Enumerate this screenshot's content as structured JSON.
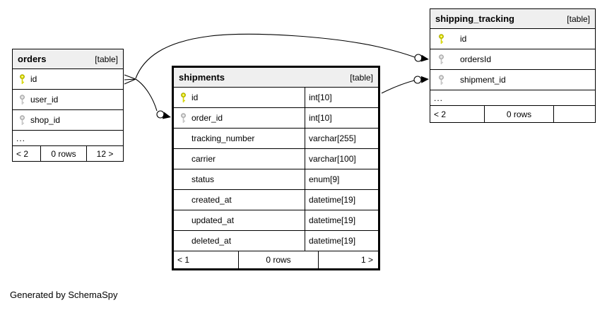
{
  "note": "Generated by SchemaSpy",
  "colors": {
    "primary_key": "#e4e400",
    "foreign_key": "#d4d4d4",
    "header_bg": "#efefef",
    "border": "#000000",
    "edge": "#000000"
  },
  "tables": [
    {
      "name": "orders",
      "tag": "[table]",
      "columns": [
        {
          "name": "id",
          "key": "primary"
        },
        {
          "name": "user_id",
          "key": "foreign"
        },
        {
          "name": "shop_id",
          "key": "foreign"
        }
      ],
      "ellipsis": "...",
      "footer": [
        "< 2",
        "0 rows",
        "12 >"
      ]
    },
    {
      "name": "shipments",
      "tag": "[table]",
      "columns": [
        {
          "name": "id",
          "key": "primary",
          "type": "int[10]"
        },
        {
          "name": "order_id",
          "key": "foreign",
          "type": "int[10]"
        },
        {
          "name": "tracking_number",
          "key": null,
          "type": "varchar[255]"
        },
        {
          "name": "carrier",
          "key": null,
          "type": "varchar[100]"
        },
        {
          "name": "status",
          "key": null,
          "type": "enum[9]"
        },
        {
          "name": "created_at",
          "key": null,
          "type": "datetime[19]"
        },
        {
          "name": "updated_at",
          "key": null,
          "type": "datetime[19]"
        },
        {
          "name": "deleted_at",
          "key": null,
          "type": "datetime[19]"
        }
      ],
      "footer": [
        "< 1",
        "0 rows",
        "1 >"
      ]
    },
    {
      "name": "shipping_tracking",
      "tag": "[table]",
      "columns": [
        {
          "name": "id",
          "key": "primary"
        },
        {
          "name": "ordersId",
          "key": "foreign"
        },
        {
          "name": "shipment_id",
          "key": "foreign"
        }
      ],
      "ellipsis": "...",
      "footer": [
        "< 2",
        "0 rows",
        ""
      ]
    }
  ],
  "relationships": [
    {
      "from": "orders.id",
      "to": "shipments.order_id"
    },
    {
      "from": "orders.id",
      "to": "shipping_tracking.ordersId"
    },
    {
      "from": "shipments.id",
      "to": "shipping_tracking.shipment_id"
    }
  ]
}
